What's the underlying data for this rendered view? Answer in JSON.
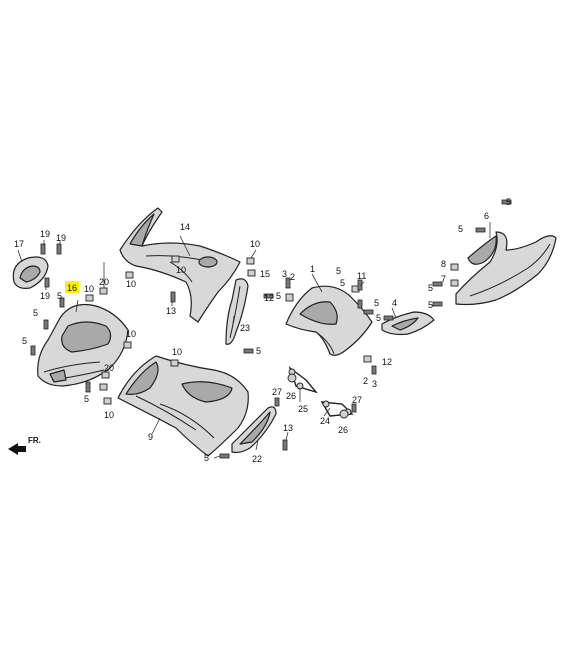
{
  "diagram": {
    "highlight_color": "#fff200",
    "highlighted_callout": "16",
    "front_indicator": "FR.",
    "callouts": {
      "c1": "1",
      "c2a": "2",
      "c2b": "2",
      "c3a": "3",
      "c3b": "3",
      "c4": "4",
      "c5a": "5",
      "c5b": "5",
      "c5c": "5",
      "c5d": "5",
      "c5e": "5",
      "c5f": "5",
      "c5g": "5",
      "c5h": "5",
      "c5i": "5",
      "c5j": "5",
      "c5k": "5",
      "c5l": "5",
      "c5m": "5",
      "c5n": "5",
      "c6": "6",
      "c7": "7",
      "c8": "8",
      "c9": "9",
      "c10a": "10",
      "c10b": "10",
      "c10c": "10",
      "c10d": "10",
      "c10e": "10",
      "c11": "11",
      "c12a": "12",
      "c12b": "12",
      "c13a": "13",
      "c13b": "13",
      "c14": "14",
      "c15": "15",
      "c16": "16",
      "c17": "17",
      "c19a": "19",
      "c19b": "19",
      "c19c": "19",
      "c20": "20",
      "c22": "22",
      "c23": "23",
      "c24": "24",
      "c25": "25",
      "c26a": "26",
      "c26b": "26",
      "c27a": "27",
      "c27b": "27"
    }
  }
}
